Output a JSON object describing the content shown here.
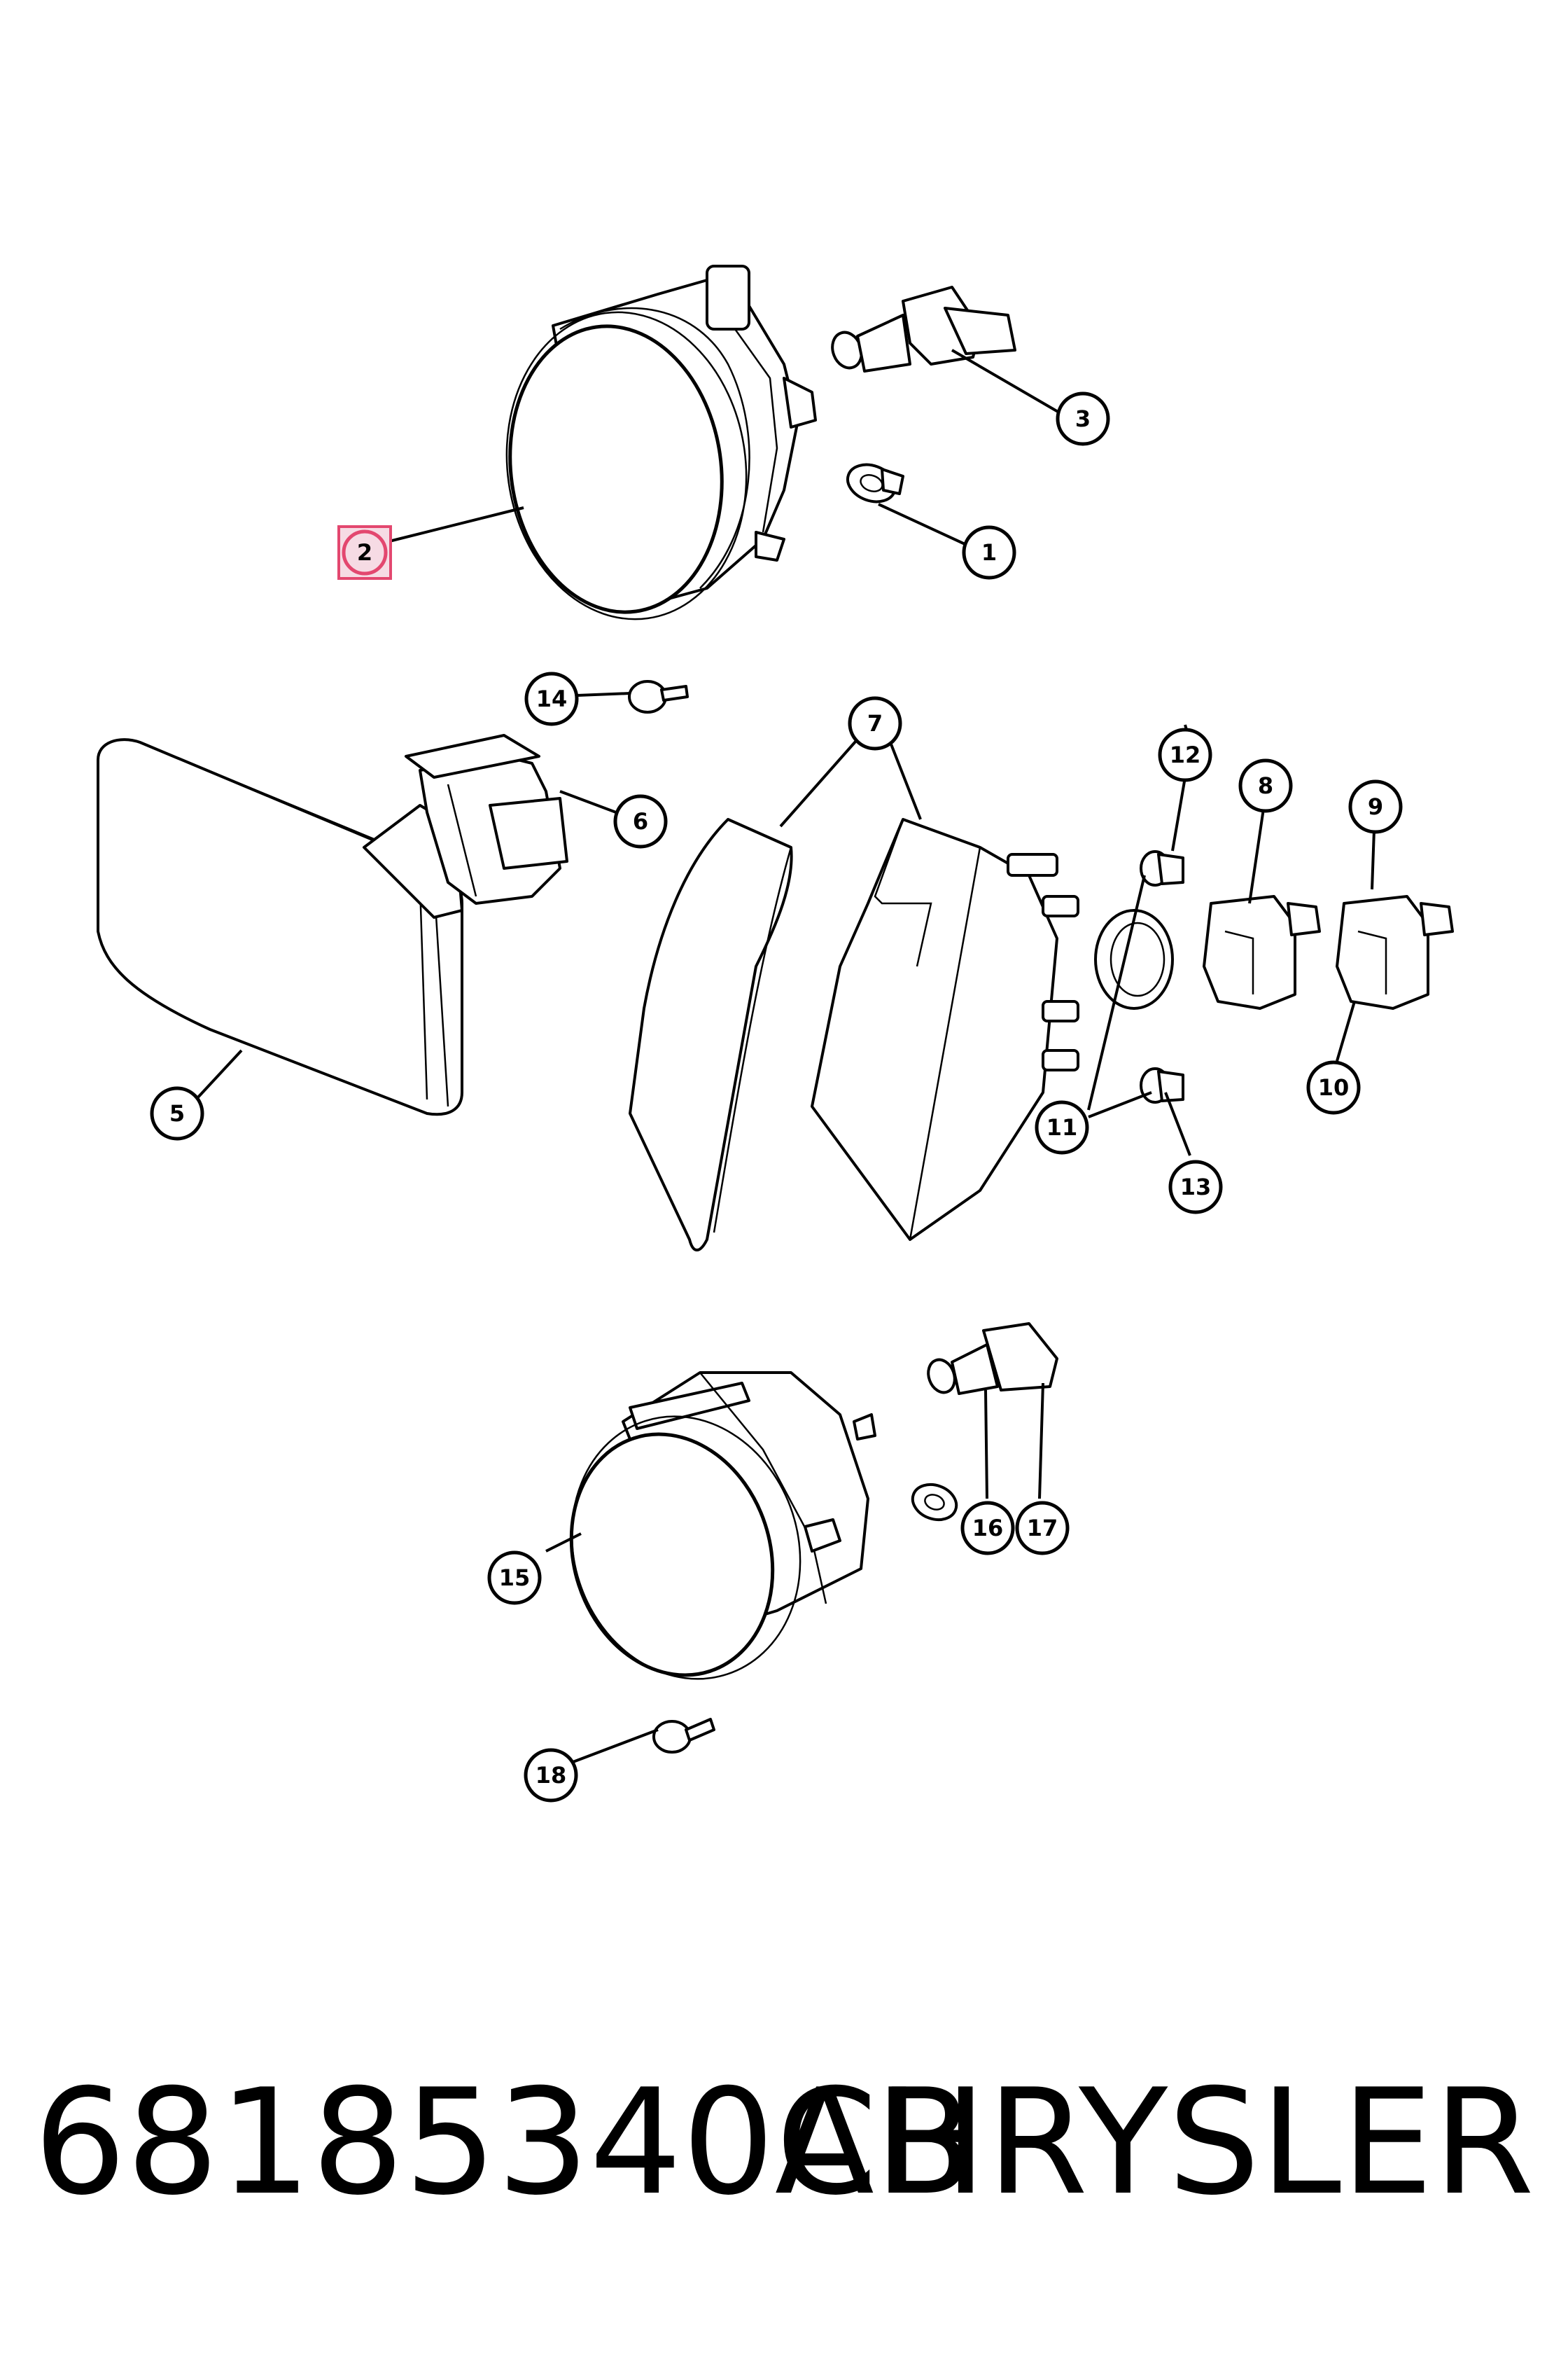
{
  "diagram": {
    "callouts": [
      {
        "label": "1"
      },
      {
        "label": "2"
      },
      {
        "label": "3"
      },
      {
        "label": "5"
      },
      {
        "label": "6"
      },
      {
        "label": "7"
      },
      {
        "label": "8"
      },
      {
        "label": "9"
      },
      {
        "label": "10"
      },
      {
        "label": "11"
      },
      {
        "label": "12"
      },
      {
        "label": "13"
      },
      {
        "label": "14"
      },
      {
        "label": "15"
      },
      {
        "label": "16"
      },
      {
        "label": "17"
      },
      {
        "label": "18"
      }
    ],
    "highlighted_callout": "2"
  },
  "footer": {
    "part_number": "68185340AB",
    "brand": "CHRYSLER"
  },
  "colors": {
    "highlight_fill": "#f6dbe4",
    "highlight_stroke": "#e3476f",
    "line": "#000000"
  }
}
